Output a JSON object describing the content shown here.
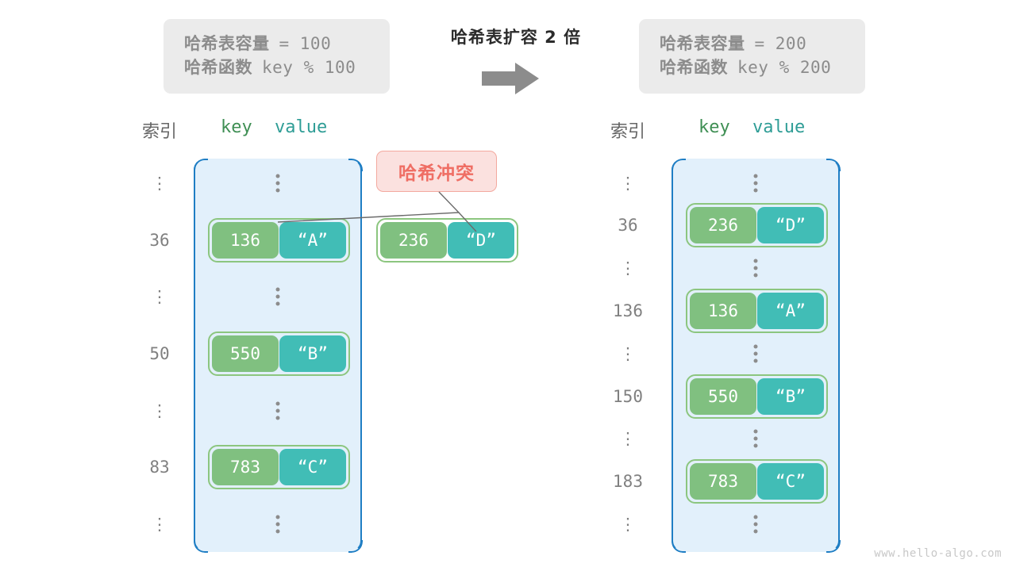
{
  "diagram": {
    "watermark": "www.hello-algo.com",
    "transition_caption": "哈希表扩容 2 倍",
    "arrow_icon": "right-arrow-icon",
    "collision_badge": "哈希冲突",
    "colors": {
      "bucket_fill": "#e2f0fb",
      "bucket_border": "#1f7ec4",
      "key_cell": "#80c080",
      "value_cell": "#41bdb6",
      "pair_border": "#8cc67f",
      "badge_fill": "#fbe1df",
      "badge_text": "#ef6e64",
      "info_box_fill": "#ebebeb",
      "muted_text": "#8c8c8c"
    }
  },
  "before": {
    "info": {
      "capacity_label": "哈希表容量",
      "capacity_value": "= 100",
      "function_label": "哈希函数",
      "function_value": "key % 100"
    },
    "headers": {
      "index": "索引",
      "key": "key",
      "value": "value"
    },
    "rows": [
      {
        "index": "⋮",
        "type": "ellipsis"
      },
      {
        "index": "36",
        "type": "entry",
        "key": "136",
        "value": "“A”"
      },
      {
        "index": "⋮",
        "type": "ellipsis"
      },
      {
        "index": "50",
        "type": "entry",
        "key": "550",
        "value": "“B”"
      },
      {
        "index": "⋮",
        "type": "ellipsis"
      },
      {
        "index": "83",
        "type": "entry",
        "key": "783",
        "value": "“C”"
      },
      {
        "index": "⋮",
        "type": "ellipsis"
      }
    ],
    "colliding_entry": {
      "key": "236",
      "value": "“D”"
    }
  },
  "after": {
    "info": {
      "capacity_label": "哈希表容量",
      "capacity_value": "= 200",
      "function_label": "哈希函数",
      "function_value": "key % 200"
    },
    "headers": {
      "index": "索引",
      "key": "key",
      "value": "value"
    },
    "rows": [
      {
        "index": "⋮",
        "type": "ellipsis"
      },
      {
        "index": "36",
        "type": "entry",
        "key": "236",
        "value": "“D”"
      },
      {
        "index": "⋮",
        "type": "ellipsis"
      },
      {
        "index": "136",
        "type": "entry",
        "key": "136",
        "value": "“A”"
      },
      {
        "index": "⋮",
        "type": "ellipsis"
      },
      {
        "index": "150",
        "type": "entry",
        "key": "550",
        "value": "“B”"
      },
      {
        "index": "⋮",
        "type": "ellipsis"
      },
      {
        "index": "183",
        "type": "entry",
        "key": "783",
        "value": "“C”"
      },
      {
        "index": "⋮",
        "type": "ellipsis"
      }
    ]
  }
}
